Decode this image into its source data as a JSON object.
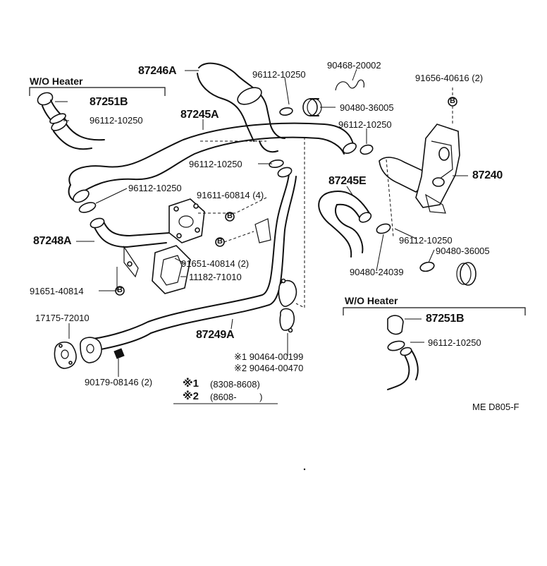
{
  "sections": {
    "wo_heater_top": "W/O Heater",
    "wo_heater_bottom": "W/O Heater"
  },
  "parts": {
    "p87246A": "87246A",
    "p96112_10250_a": "96112-10250",
    "p90468_20002": "90468-20002",
    "p91656_40616": "91656-40616 (2)",
    "p87251B_top": "87251B",
    "p96112_10250_b": "96112-10250",
    "p87245A": "87245A",
    "p90480_36005_a": "90480-36005",
    "p96112_10250_c": "96112-10250",
    "p96112_10250_d": "96112-10250",
    "p87240": "87240",
    "p96112_10250_e": "96112-10250",
    "p91611_60814": "91611-60814 (4)",
    "p87245E": "87245E",
    "p87248A": "87248A",
    "p91651_40814_a": "91651-40814 (2)",
    "p11182_71010": "11182-71010",
    "p96112_10250_f": "96112-10250",
    "p90480_36005_b": "90480-36005",
    "p90480_24039": "90480-24039",
    "p91651_40814_b": "91651-40814",
    "p87251B_bottom": "87251B",
    "p17175_72010": "17175-72010",
    "p87249A": "87249A",
    "p96112_10250_g": "96112-10250",
    "p90464_00199": "※1 90464-00199",
    "p90464_00470": "※2 90464-00470",
    "p90179_08146": "90179-08146 (2)"
  },
  "legend": {
    "mark1": "※1",
    "range1": "(8308-8608)",
    "mark2": "※2",
    "range2": "(8608-         )"
  },
  "bolt_marker": "B",
  "code": "ME D805-F"
}
